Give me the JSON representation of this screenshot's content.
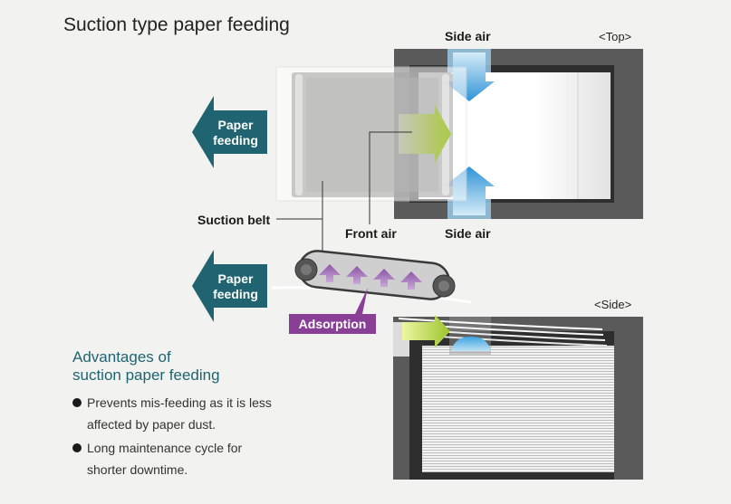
{
  "title": "Suction type paper feeding",
  "views": {
    "top": "<Top>",
    "side": "<Side>"
  },
  "labels": {
    "side_air_top": "Side air",
    "side_air_bottom": "Side air",
    "front_air": "Front air",
    "suction_belt": "Suction belt",
    "adsorption": "Adsorption"
  },
  "feed_arrows": [
    {
      "line1": "Paper",
      "line2": "feeding"
    },
    {
      "line1": "Paper",
      "line2": "feeding"
    }
  ],
  "advantages": {
    "heading_line1": "Advantages of",
    "heading_line2": "suction paper feeding",
    "items": [
      {
        "line1": "Prevents mis-feeding as it is less",
        "line2": "affected by paper dust."
      },
      {
        "line1": "Long maintenance cycle for",
        "line2": "shorter downtime."
      }
    ]
  },
  "colors": {
    "background": "#f2f2f1",
    "tray_frame": "#565656",
    "feed_arrow": "#1f6470",
    "adsorption": "#8a3f97",
    "adsorption_arrows": "#9b6ab0",
    "side_air": "#3a9bd8",
    "front_air": "#c6d64a",
    "heading": "#1f6470"
  }
}
